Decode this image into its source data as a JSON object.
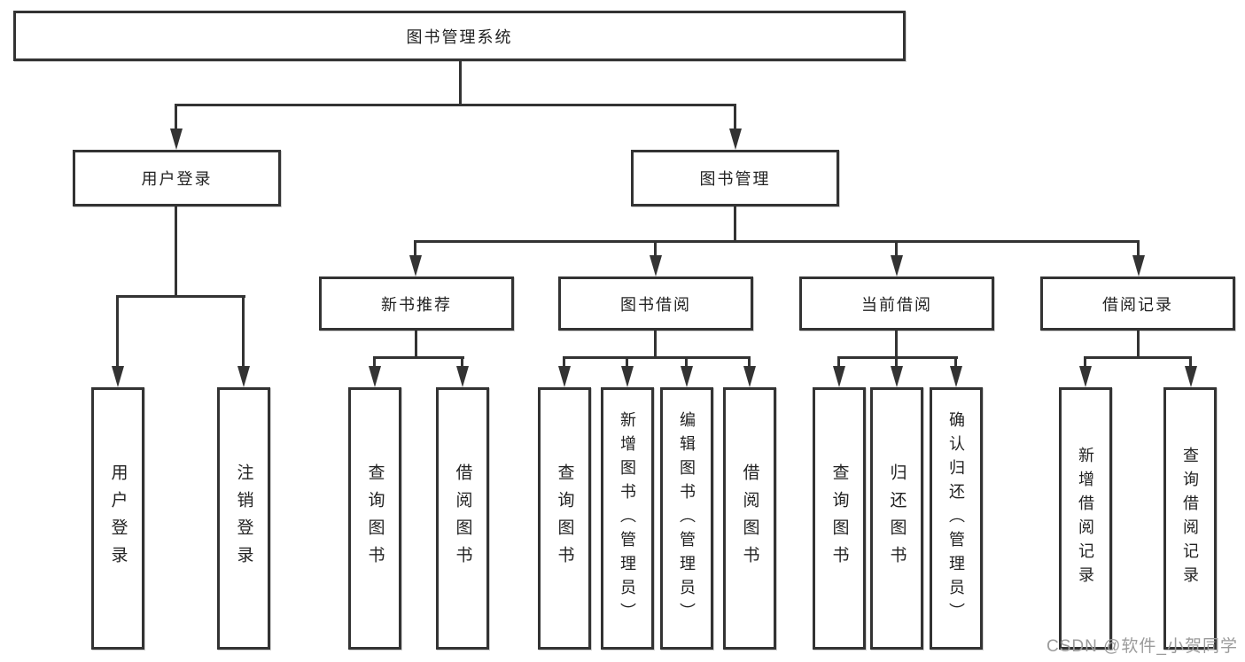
{
  "colors": {
    "line": "#333333",
    "box_border": "#333333",
    "text": "#222222",
    "background": "#ffffff",
    "watermark": "#9b9b9b"
  },
  "watermark": {
    "text": "CSDN @软件_小贺同学"
  },
  "tree": {
    "root": {
      "label": "图书管理系统"
    },
    "branches": [
      {
        "label": "用户登录",
        "children": [
          {
            "label": "用户登录"
          },
          {
            "label": "注销登录"
          }
        ]
      },
      {
        "label": "图书管理",
        "children": [
          {
            "label": "新书推荐",
            "children": [
              {
                "label": "查询图书"
              },
              {
                "label": "借阅图书"
              }
            ]
          },
          {
            "label": "图书借阅",
            "children": [
              {
                "label": "查询图书"
              },
              {
                "label": "新增图书（管理员）"
              },
              {
                "label": "编辑图书（管理员）"
              },
              {
                "label": "借阅图书"
              }
            ]
          },
          {
            "label": "当前借阅",
            "children": [
              {
                "label": "查询图书"
              },
              {
                "label": "归还图书"
              },
              {
                "label": "确认归还（管理员）"
              }
            ]
          },
          {
            "label": "借阅记录",
            "children": [
              {
                "label": "新增借阅记录"
              },
              {
                "label": "查询借阅记录"
              }
            ]
          }
        ]
      }
    ]
  }
}
